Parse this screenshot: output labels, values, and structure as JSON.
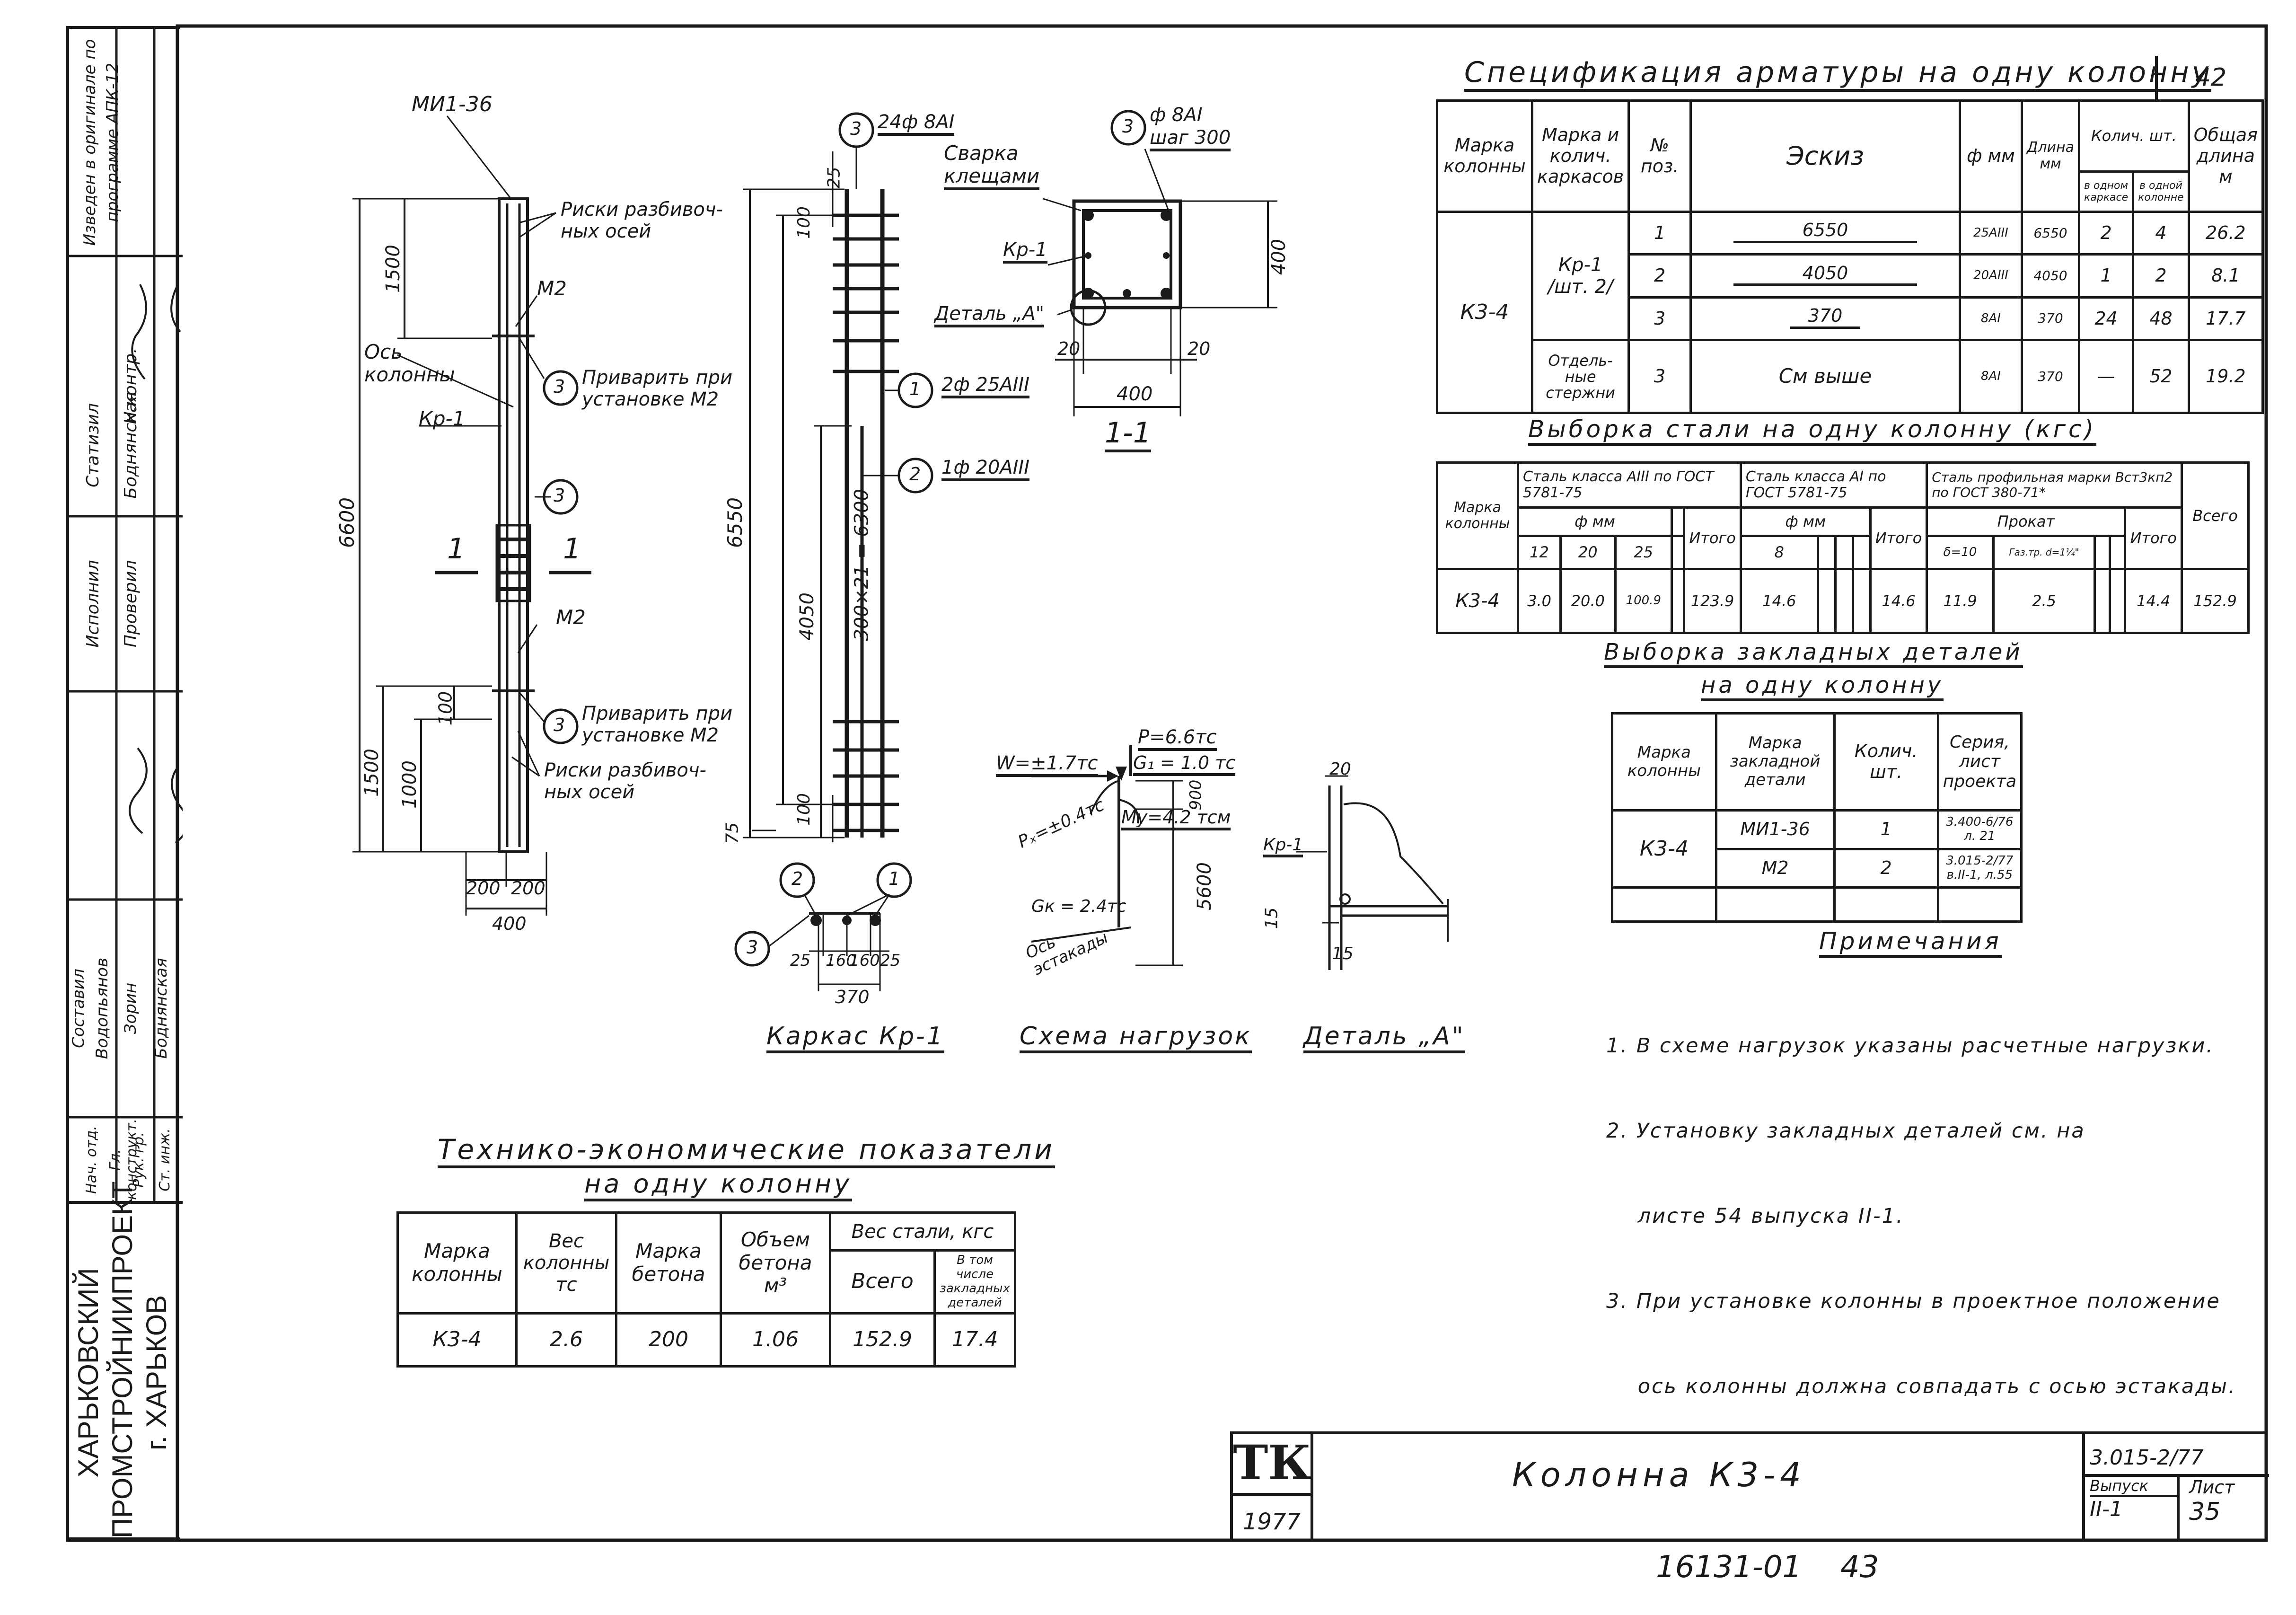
{
  "title_block_strip": {
    "rows": [
      {
        "role": "Изведен в оригинале по программе АПК-12",
        "name": ""
      },
      {
        "role": "Н.контр.",
        "name": ""
      },
      {
        "role": "Статизил",
        "name": "Боднянская"
      },
      {
        "role": "Исполнил",
        "name": "Проверил"
      },
      {
        "role": "Составил",
        "name": "Водопьянов"
      },
      {
        "role": "",
        "name": "Зорин"
      },
      {
        "role": "",
        "name": "Боднянская"
      },
      {
        "role": "Нач. отд.",
        "name": ""
      },
      {
        "role": "Гл. конструкт.",
        "name": ""
      },
      {
        "role": "Рук. гр.",
        "name": ""
      },
      {
        "role": "Ст. инж.",
        "name": ""
      }
    ],
    "org": [
      "ХАРЬКОВСКИЙ",
      "ПРОМСТРОЙНИИПРОЕКТ",
      "г. ХАРЬКОВ"
    ]
  },
  "column_elevation": {
    "mark_top": "МИ1-36",
    "note_axes_top": [
      "Риски разбивоч-",
      "ных осей"
    ],
    "m2_top": "М2",
    "axis_label": [
      "Ось",
      "колонны"
    ],
    "kr": "Кр-1",
    "weld_top": [
      "Приварить при",
      "установке М2"
    ],
    "section_mark": "1",
    "m2_bottom": "М2",
    "weld_bottom": [
      "Приварить при",
      "установке М2"
    ],
    "note_axes_bottom": [
      "Риски разбивоч-",
      "ных осей"
    ],
    "dim_total": "6600",
    "dim_top": "1500",
    "dim_bottom": "1500",
    "dim_1000": "1000",
    "dim_100": "100",
    "dim_200a": "200",
    "dim_200b": "200",
    "dim_400": "400",
    "pos3": "3"
  },
  "cage": {
    "caption": "Каркас Кр-1",
    "bar3": "24ф 8АI",
    "bar1": "2ф 25АIII",
    "bar2": "1ф 20АIII",
    "dim_total": "6550",
    "dim_spacing": "300×21 = 6300",
    "dim_4050": "4050",
    "dim_25": "25",
    "dim_100_top": "100",
    "dim_100_bot": "100",
    "dim_75": "75",
    "sect_dims": [
      "25",
      "160",
      "160",
      "25"
    ],
    "sect_total": "370"
  },
  "section_11": {
    "caption": "1-1",
    "bar3": "ф 8АI",
    "step": "шаг 300",
    "weld": [
      "Сварка",
      "клещами"
    ],
    "kr": "Кр-1",
    "detail": "Деталь „А\"",
    "dim_400_h": "400",
    "dim_400_v": "400",
    "dim_20a": "20",
    "dim_20b": "20"
  },
  "load_scheme": {
    "caption": "Схема нагрузок",
    "W": "W=±1.7тс",
    "P": "P=6.6тс",
    "G1": "G₁ = 1.0 тс",
    "Py": "Pₓ=±0.4тс",
    "My": "Mу=4.2 тсм",
    "Gk": "Gк = 2.4тс",
    "axis": [
      "Ось",
      "эстакады"
    ],
    "dim_5600": "5600",
    "dim_900": "900"
  },
  "detail_a": {
    "caption": "Деталь „А\"",
    "kr": "Кр-1",
    "dim_20": "20",
    "dim_15a": "15",
    "dim_15b": "15"
  },
  "spec_table": {
    "title": "Спецификация арматуры на одну колонну",
    "sheet_no": "42",
    "headers": {
      "col_mark": "Марка колонны",
      "frame_mark": "Марка и колич. каркасов",
      "pos": "№ поз.",
      "sketch": "Эскиз",
      "dia": "ф мм",
      "len": "Длина мм",
      "qty": "Колич. шт.",
      "qty_frame": "в одном каркасе",
      "qty_col": "в одной колонне",
      "total_len": "Общая длина м"
    },
    "column": "К3-4",
    "frame": [
      "Кр-1",
      "/шт. 2/"
    ],
    "separate": [
      "Отдель-",
      "ные",
      "стержни"
    ],
    "rows": [
      {
        "pos": "1",
        "sketch": "6550",
        "dia": "25АIII",
        "len": "6550",
        "qf": "2",
        "qc": "4",
        "total": "26.2"
      },
      {
        "pos": "2",
        "sketch": "4050",
        "dia": "20АIII",
        "len": "4050",
        "qf": "1",
        "qc": "2",
        "total": "8.1"
      },
      {
        "pos": "3",
        "sketch": "370",
        "dia": "8АI",
        "len": "370",
        "qf": "24",
        "qc": "48",
        "total": "17.7"
      },
      {
        "pos": "3",
        "sketch": "См выше",
        "dia": "8АI",
        "len": "370",
        "qf": "—",
        "qc": "52",
        "total": "19.2"
      }
    ]
  },
  "steel_table": {
    "title": "Выборка стали на одну колонну (кгс)",
    "mark_h": "Марка колонны",
    "a3": "Сталь класса АIII по ГОСТ 5781-75",
    "a1": "Сталь класса АI по ГОСТ 5781-75",
    "prof": "Сталь профильная марки Вст3кп2 по ГОСТ 380-71*",
    "dia_mm": "ф мм",
    "prokat": "Прокат",
    "itogo": "Итого",
    "vsego": "Всего",
    "h_12": "12",
    "h_20": "20",
    "h_25": "25",
    "h_8": "8",
    "h_d10": "δ=10",
    "h_pipe": "Газ.тр. d=1¼\"",
    "row": {
      "mark": "К3-4",
      "v12": "3.0",
      "v20": "20.0",
      "v25": "100.9",
      "it1": "123.9",
      "v8": "14.6",
      "it2": "14.6",
      "vd10": "11.9",
      "vpipe": "2.5",
      "it3": "14.4",
      "all": "152.9"
    }
  },
  "embed_table": {
    "title1": "Выборка закладных деталей",
    "title2": "на одну колонну",
    "h_col": "Марка колонны",
    "h_mark": "Марка закладной детали",
    "h_qty": "Колич. шт.",
    "h_series": "Серия, лист проекта",
    "column": "К3-4",
    "rows": [
      {
        "mark": "МИ1-36",
        "qty": "1",
        "series": "3.400-6/76 л. 21"
      },
      {
        "mark": "М2",
        "qty": "2",
        "series": "3.015-2/77 в.II-1, л.55"
      }
    ]
  },
  "notes": {
    "title": "Примечания",
    "items": [
      "1. В схеме нагрузок указаны расчетные нагрузки.",
      "2. Установку закладных деталей см. на",
      "    листе 54 выпуска II-1.",
      "3. При установке колонны в проектное положение",
      "    ось колонны должна совпадать с осью эстакады."
    ]
  },
  "tech_table": {
    "title1": "Технико-экономические показатели",
    "title2": "на одну колонну",
    "h_mark": "Марка колонны",
    "h_weight": "Вес колонны тс",
    "h_concrete": "Марка бетона",
    "h_volume": "Объем бетона м³",
    "h_steel": "Вес стали, кгс",
    "h_total": "Всего",
    "h_incl": "В том числе закладных деталей",
    "row": {
      "mark": "К3-4",
      "weight": "2.6",
      "concrete": "200",
      "volume": "1.06",
      "total": "152.9",
      "incl": "17.4"
    }
  },
  "stamp": {
    "logo": "ТК",
    "year": "1977",
    "title": "Колонна К3-4",
    "series": "3.015-2/77",
    "issue_h": "Выпуск",
    "issue": "II-1",
    "sheet_h": "Лист",
    "sheet": "35"
  },
  "footer": {
    "code": "16131-01",
    "num": "43"
  }
}
